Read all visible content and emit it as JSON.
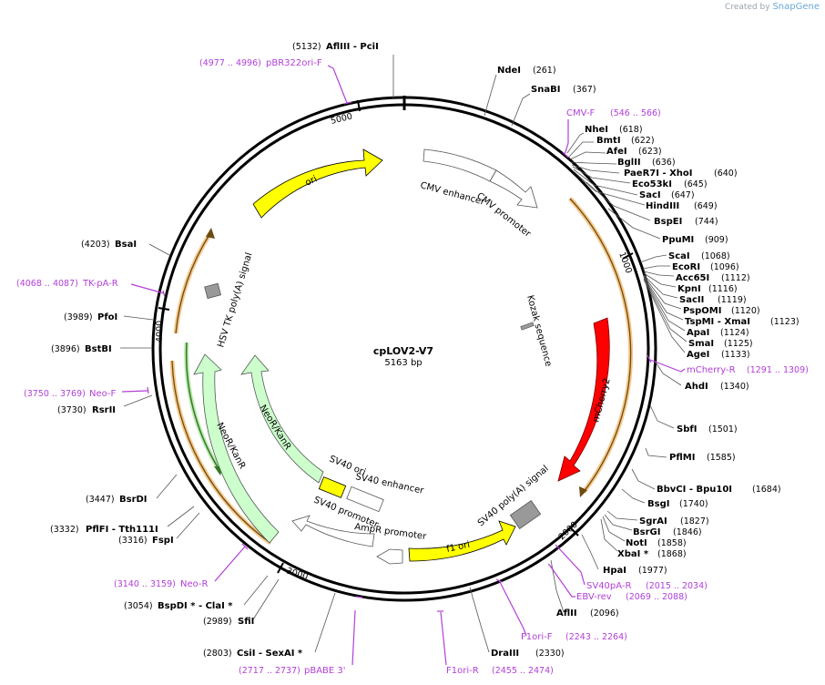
{
  "app": {
    "created_by_prefix": "Created by",
    "brand": "SnapGene"
  },
  "plasmid": {
    "name": "cpLOV2-V7",
    "length_label": "5163 bp"
  },
  "ticks": [
    "1000",
    "2000",
    "3000",
    "4000",
    "5000"
  ],
  "enzymes_right": [
    {
      "name": "NdeI",
      "pos": "(261)"
    },
    {
      "name": "SnaBI",
      "pos": "(367)"
    },
    {
      "name": "NheI",
      "pos": "(618)"
    },
    {
      "name": "BmtI",
      "pos": "(622)"
    },
    {
      "name": "AfeI",
      "pos": "(623)"
    },
    {
      "name": "BglII",
      "pos": "(636)"
    },
    {
      "name": "PaeR7I  - XhoI",
      "pos": "(640)"
    },
    {
      "name": "Eco53kI",
      "pos": "(645)"
    },
    {
      "name": "SacI",
      "pos": "(647)"
    },
    {
      "name": "HindIII",
      "pos": "(649)"
    },
    {
      "name": "BspEI",
      "pos": "(744)"
    },
    {
      "name": "PpuMI",
      "pos": "(909)"
    },
    {
      "name": "ScaI",
      "pos": "(1068)"
    },
    {
      "name": "EcoRI",
      "pos": "(1096)"
    },
    {
      "name": "Acc65I",
      "pos": "(1112)"
    },
    {
      "name": "KpnI",
      "pos": "(1116)"
    },
    {
      "name": "SacII",
      "pos": "(1119)"
    },
    {
      "name": "PspOMI",
      "pos": "(1120)"
    },
    {
      "name": "TspMI  - XmaI",
      "pos": "(1123)"
    },
    {
      "name": "ApaI",
      "pos": "(1124)"
    },
    {
      "name": "SmaI",
      "pos": "(1125)"
    },
    {
      "name": "AgeI",
      "pos": "(1133)"
    },
    {
      "name": "AhdI",
      "pos": "(1340)"
    },
    {
      "name": "SbfI",
      "pos": "(1501)"
    },
    {
      "name": "PflMI",
      "pos": "(1585)"
    },
    {
      "name": "BbvCI  - Bpu10I",
      "pos": "(1684)"
    },
    {
      "name": "BsgI",
      "pos": "(1740)"
    },
    {
      "name": "SgrAI",
      "pos": "(1827)"
    },
    {
      "name": "BsrGI",
      "pos": "(1846)"
    },
    {
      "name": "NotI",
      "pos": "(1858)"
    },
    {
      "name": "XbaI *",
      "pos": "(1868)"
    },
    {
      "name": "HpaI",
      "pos": "(1977)"
    },
    {
      "name": "AflII",
      "pos": "(2096)"
    },
    {
      "name": "DraIII",
      "pos": "(2330)"
    }
  ],
  "enzymes_left": [
    {
      "name": "AflIII  - PciI",
      "pos": "(5132)"
    },
    {
      "name": "BsaI",
      "pos": "(4203)"
    },
    {
      "name": "PfoI",
      "pos": "(3989)"
    },
    {
      "name": "BstBI",
      "pos": "(3896)"
    },
    {
      "name": "RsrII",
      "pos": "(3730)"
    },
    {
      "name": "BsrDI",
      "pos": "(3447)"
    },
    {
      "name": "PflFI  - Tth111I",
      "pos": "(3332)"
    },
    {
      "name": "FspI",
      "pos": "(3316)"
    },
    {
      "name": "BspDI *  - ClaI *",
      "pos": "(3054)"
    },
    {
      "name": "SfiI",
      "pos": "(2989)"
    },
    {
      "name": "CsiI  - SexAI *",
      "pos": "(2803)"
    }
  ],
  "primers": [
    {
      "name": "pBR322ori-F",
      "range": "(4977 .. 4996)"
    },
    {
      "name": "CMV-F",
      "range": "(546 .. 566)"
    },
    {
      "name": "TK-pA-R",
      "range": "(4068 .. 4087)"
    },
    {
      "name": "mCherry-R",
      "range": "(1291 .. 1309)"
    },
    {
      "name": "Neo-F",
      "range": "(3750 .. 3769)"
    },
    {
      "name": "SV40pA-R",
      "range": "(2015 .. 2034)"
    },
    {
      "name": "EBV-rev",
      "range": "(2069 .. 2088)"
    },
    {
      "name": "Neo-R",
      "range": "(3140 .. 3159)"
    },
    {
      "name": "F1ori-F",
      "range": "(2243 .. 2264)"
    },
    {
      "name": "pBABE 3'",
      "range": "(2717 .. 2737)"
    },
    {
      "name": "F1ori-R",
      "range": "(2455 .. 2474)"
    }
  ],
  "features": {
    "ori": "ori",
    "cmv_enhancer": "CMV enhancer",
    "cmv_promoter": "CMV promoter",
    "kozak": "Kozak sequence",
    "mcherry2": "mCherry2",
    "sv40_polya": "SV40 poly(A) signal",
    "f1_ori": "f1 ori",
    "ampr_promoter": "AmpR promoter",
    "sv40_promoter": "SV40 promoter",
    "sv40_ori": "SV40 ori",
    "sv40_enhancer": "SV40 enhancer",
    "neor_kanr_inner": "NeoR/KanR",
    "neor_kanr_outer": "NeoR/KanR",
    "hsv_tk_polya": "HSV TK poly(A) signal"
  },
  "colors": {
    "primer": "#b23fd6",
    "ori": "#ffff00",
    "mcherry": "#ff0000",
    "neor": "#ccffcc",
    "orf": "#f5b041",
    "orf_green": "#3a9a2a",
    "grey_feature": "#999999"
  }
}
